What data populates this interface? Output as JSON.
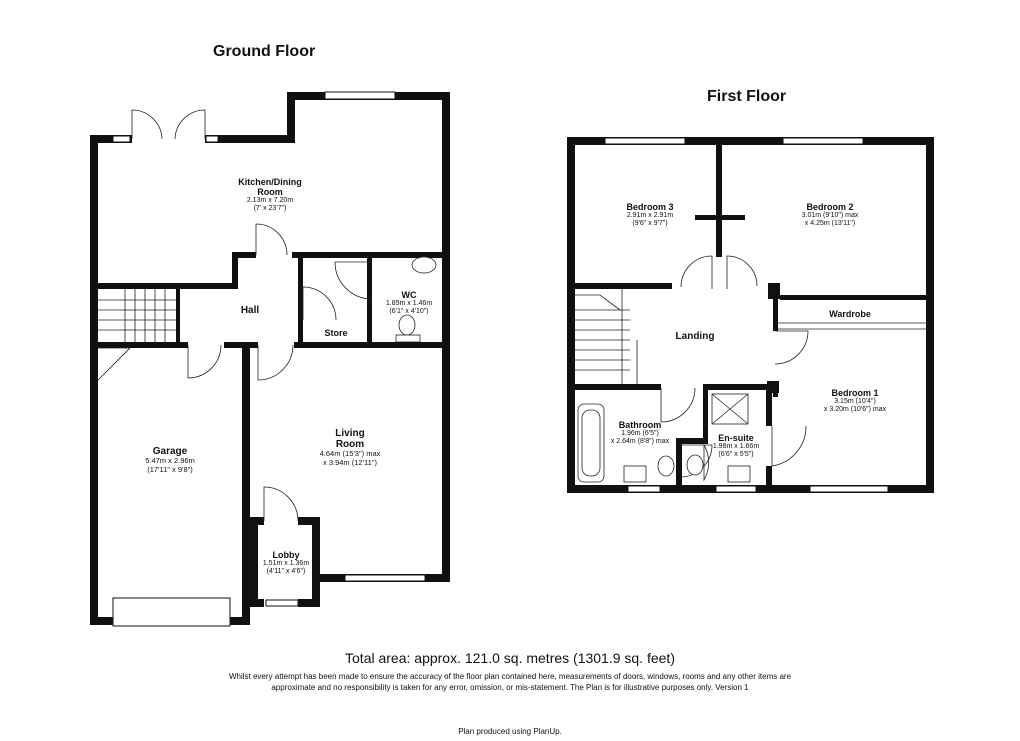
{
  "floors": {
    "ground": {
      "title": "Ground Floor"
    },
    "first": {
      "title": "First Floor"
    }
  },
  "rooms": {
    "kitchen": {
      "name_line1": "Kitchen/Dining",
      "name_line2": "Room",
      "dim1": "2.13m x 7.20m",
      "dim2": "(7' x 23'7\")"
    },
    "hall": {
      "name": "Hall"
    },
    "wc": {
      "name": "WC",
      "dim1": "1.85m x 1.46m",
      "dim2": "(6'1\" x 4'10\")"
    },
    "store": {
      "name": "Store"
    },
    "garage": {
      "name": "Garage",
      "dim1": "5.47m x 2.96m",
      "dim2": "(17'11\" x 9'8\")"
    },
    "living": {
      "name_line1": "Living",
      "name_line2": "Room",
      "dim1": "4.64m (15'3\") max",
      "dim2": "x 3.94m (12'11\")"
    },
    "lobby": {
      "name": "Lobby",
      "dim1": "1.51m x 1.36m",
      "dim2": "(4'11\" x 4'6\")"
    },
    "bedroom3": {
      "name": "Bedroom 3",
      "dim1": "2.91m x 2.91m",
      "dim2": "(9'6\" x 9'7\")"
    },
    "bedroom2": {
      "name": "Bedroom 2",
      "dim1": "3.01m (9'10\") max",
      "dim2": "x 4.25m (13'11\")"
    },
    "landing": {
      "name": "Landing"
    },
    "wardrobe": {
      "name": "Wardrobe"
    },
    "bedroom1": {
      "name": "Bedroom 1",
      "dim1": "3.15m (10'4\")",
      "dim2": "x 3.20m (10'6\") max"
    },
    "bathroom": {
      "name": "Bathroom",
      "dim1": "1.96m (6'5\")",
      "dim2": "x 2.64m (8'8\") max"
    },
    "ensuite": {
      "name": "En-suite",
      "dim1": "1.98m x 1.66m",
      "dim2": "(6'6\" x 5'5\")"
    }
  },
  "footer": {
    "total_area": "Total area: approx. 121.0 sq. metres (1301.9 sq. feet)",
    "disclaimer_line1": "Whilst every attempt has been made to ensure the accuracy of the floor plan contained here, measurements of doors, windows, rooms and any other items are",
    "disclaimer_line2": "approximate and no responsibility is taken for any error, omission, or mis-statement. The Plan is for illustrative purposes only. Version 1",
    "credit": "Plan produced using PlanUp."
  }
}
